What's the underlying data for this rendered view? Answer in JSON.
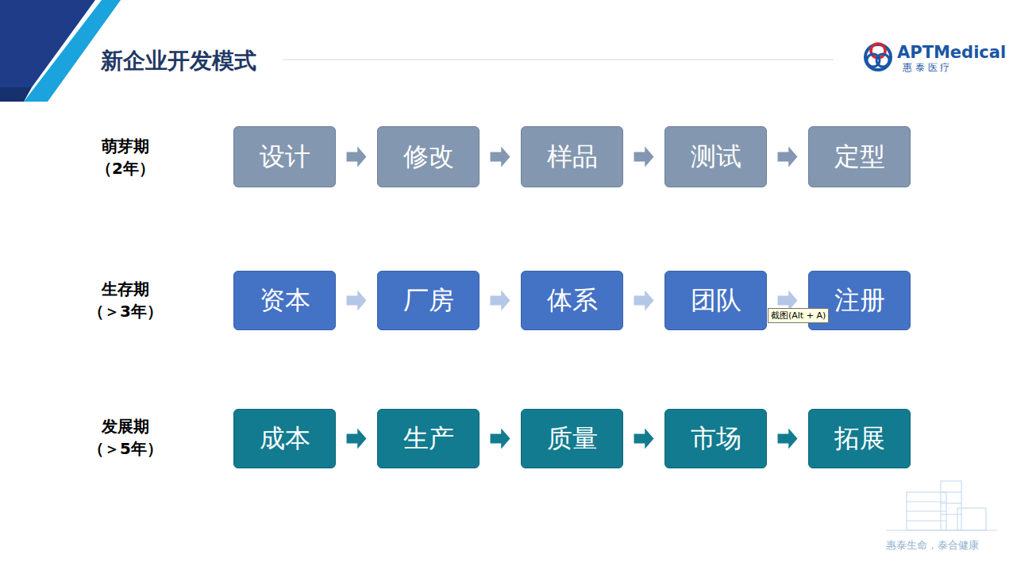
{
  "diagram": {
    "title": "新企业开发模式",
    "nodes": [
      {
        "text": [
          "设计"
        ]
      },
      {
        "text": [
          "修改"
        ]
      },
      {
        "text": [
          "样品"
        ]
      },
      {
        "text": [
          "测试"
        ]
      },
      {
        "text": [
          "定型"
        ]
      },
      {
        "text": [
          "资本"
        ]
      },
      {
        "text": [
          "厂房"
        ]
      },
      {
        "text": [
          "体系"
        ]
      },
      {
        "text": [
          "团队"
        ]
      },
      {
        "text": [
          "注册"
        ]
      },
      {
        "text": [
          "成本"
        ]
      },
      {
        "text": [
          "生产"
        ]
      },
      {
        "text": [
          "质量"
        ]
      },
      {
        "text": [
          "市场"
        ]
      },
      {
        "text": [
          "拓展"
        ]
      }
    ],
    "edges": [
      {
        "from": 0,
        "to": 1,
        "arrow": "to"
      },
      {
        "from": 1,
        "to": 2,
        "arrow": "to"
      },
      {
        "from": 2,
        "to": 3,
        "arrow": "to"
      },
      {
        "from": 3,
        "to": 4,
        "arrow": "to"
      },
      {
        "from": 5,
        "to": 6,
        "arrow": "to"
      },
      {
        "from": 6,
        "to": 7,
        "arrow": "to"
      },
      {
        "from": 7,
        "to": 8,
        "arrow": "to"
      },
      {
        "from": 8,
        "to": 9,
        "arrow": "to"
      },
      {
        "from": 10,
        "to": 11,
        "arrow": "to"
      },
      {
        "from": 11,
        "to": 12,
        "arrow": "to"
      },
      {
        "from": 12,
        "to": 13,
        "arrow": "to"
      },
      {
        "from": 13,
        "to": 14,
        "arrow": "to"
      }
    ],
    "labels": [
      "APTMedical",
      "惠 泰 医 疗",
      "萌芽期",
      "（2年）",
      "生存期",
      "（＞3年）",
      "发展期",
      "（＞5年）",
      "截图(Alt + A)",
      "惠泰生命，泰合健康"
    ]
  }
}
